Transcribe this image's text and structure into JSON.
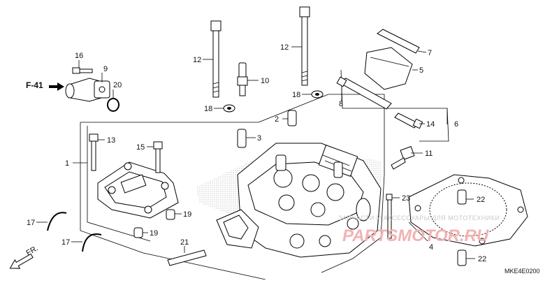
{
  "diagram": {
    "ref_label": "F-41",
    "front_label": "FR.",
    "part_code": "MKE4E0200",
    "callouts": [
      "1",
      "2",
      "3",
      "4",
      "5",
      "6",
      "7",
      "8",
      "9",
      "10",
      "11",
      "12",
      "12",
      "13",
      "14",
      "15",
      "16",
      "17",
      "17",
      "18",
      "18",
      "19",
      "19",
      "20",
      "21",
      "22",
      "22",
      "23"
    ]
  },
  "watermark": {
    "text": "ЗАПЧАСТИ И АКСЕССУАРЫ ДЛЯ МОТОТЕХНИКИ",
    "brand": "PARTSMOTOR.RU"
  }
}
